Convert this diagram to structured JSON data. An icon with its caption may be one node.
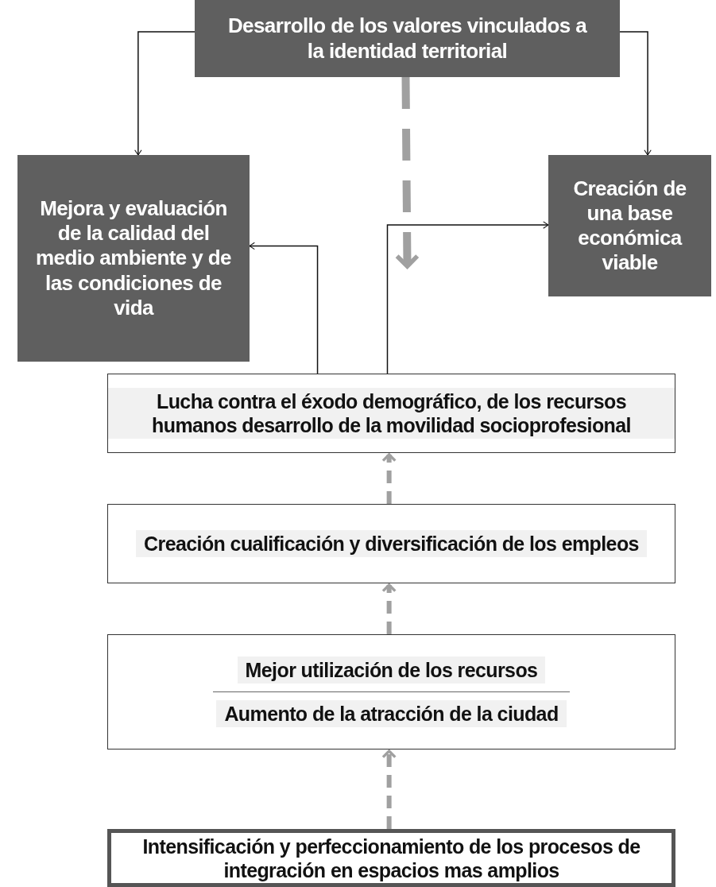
{
  "diagram": {
    "nodes": [
      {
        "text": [
          "Desarrollo de los valores vinculados a la identidad territorial"
        ]
      },
      {
        "text": [
          "Mejora y evaluación de la calidad del medio ambiente y de las condiciones de vida"
        ]
      },
      {
        "text": [
          "Creación de una base económica viable"
        ]
      },
      {
        "text": [
          "Lucha contra el éxodo demográfico, de los recursos humanos desarrollo de la movilidad socioprofesional"
        ]
      },
      {
        "text": [
          "Creación cualificación y diversificación de los empleos"
        ]
      },
      {
        "text": [
          "Mejor utilización de los recursos",
          "Aumento de la atracción de la ciudad"
        ]
      },
      {
        "text": [
          "Intensificación y perfeccionamiento de los procesos de integración en espacios mas amplios"
        ]
      }
    ],
    "edges": [
      {
        "from": 0,
        "to": 1,
        "arrow": "to"
      },
      {
        "from": 0,
        "to": 2,
        "arrow": "to"
      },
      {
        "from": 0,
        "to": null,
        "arrow": "to",
        "style": "dashed",
        "color": "#a0a0a0"
      },
      {
        "from": 3,
        "to": 1,
        "arrow": "to"
      },
      {
        "from": 3,
        "to": 2,
        "arrow": "to"
      },
      {
        "from": 4,
        "to": 3,
        "arrow": "to",
        "style": "dashed",
        "color": "#a0a0a0"
      },
      {
        "from": 5,
        "to": 4,
        "arrow": "to",
        "style": "dashed",
        "color": "#a0a0a0"
      },
      {
        "from": 6,
        "to": 5,
        "arrow": "to",
        "style": "dashed",
        "color": "#a0a0a0"
      }
    ]
  }
}
